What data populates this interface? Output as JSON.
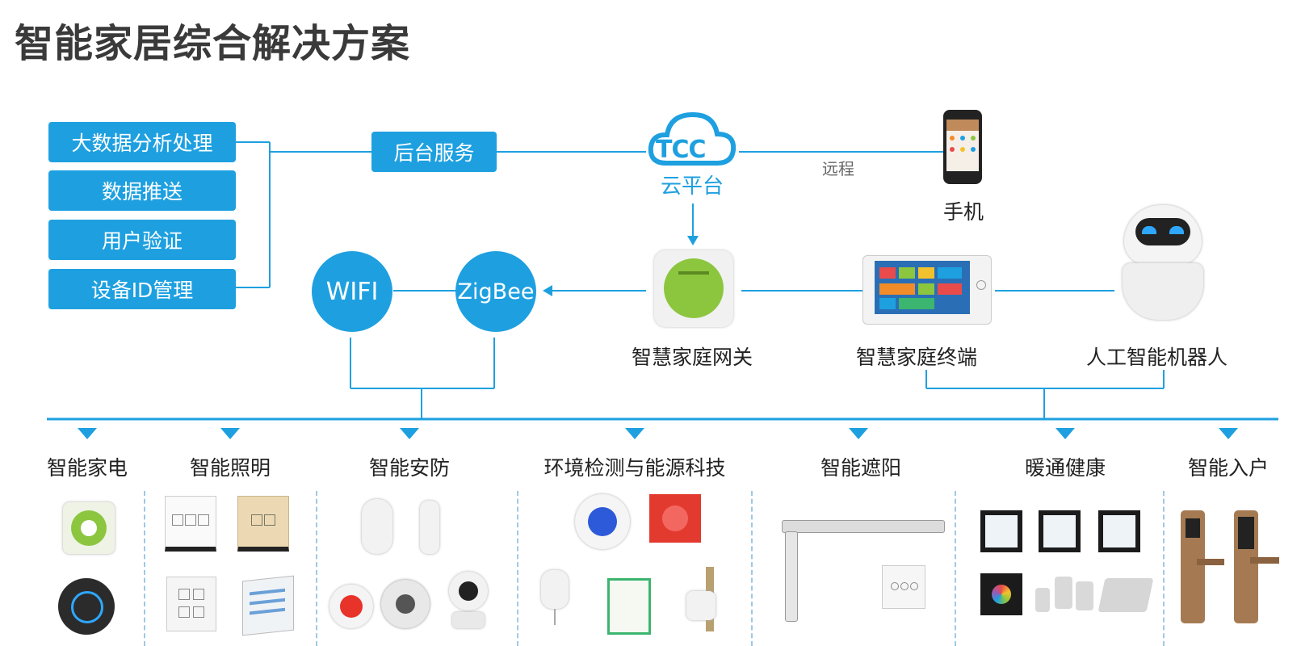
{
  "title": "智能家居综合解决方案",
  "services": [
    "大数据分析处理",
    "数据推送",
    "用户验证",
    "设备ID管理"
  ],
  "backend": "后台服务",
  "cloud": {
    "logo": "TCC",
    "label": "云平台"
  },
  "remote": "远程",
  "phone": "手机",
  "protocols": [
    "WIFI",
    "ZigBee"
  ],
  "devices": {
    "gateway": "智慧家庭网关",
    "terminal": "智慧家庭终端",
    "robot": "人工智能机器人"
  },
  "categories": [
    "智能家电",
    "智能照明",
    "智能安防",
    "环境检测与能源科技",
    "智能遮阳",
    "暖通健康",
    "智能入户"
  ],
  "colors": {
    "accent": "#1ea0e0",
    "line": "#1ea0e0",
    "green": "#8cc63f"
  }
}
